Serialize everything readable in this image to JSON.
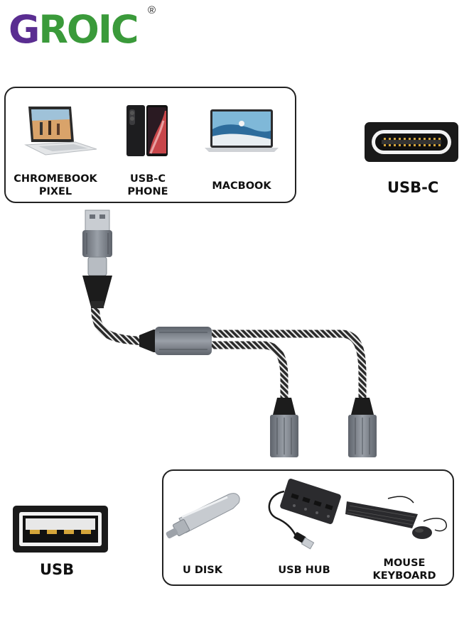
{
  "brand": {
    "logo_letter": "G",
    "logo_rest": "ROIC",
    "registered": "®"
  },
  "top_devices": [
    {
      "line1": "CHROMEBOOK",
      "line2": "PIXEL",
      "icon": "laptop-icon"
    },
    {
      "line1": "USB-C",
      "line2": "PHONE",
      "icon": "phone-icon"
    },
    {
      "line1": "MACBOOK",
      "line2": "",
      "icon": "macbook-icon"
    }
  ],
  "bottom_devices": [
    {
      "line1": "U DISK",
      "line2": "",
      "icon": "usb-flash-drive-icon"
    },
    {
      "line1": "USB HUB",
      "line2": "",
      "icon": "usb-hub-icon"
    },
    {
      "line1": "MOUSE",
      "line2": "KEYBOARD",
      "icon": "keyboard-mouse-icon"
    }
  ],
  "ports": {
    "usb_c_label": "USB-C",
    "usb_label": "USB"
  },
  "colors": {
    "logo_purple": "#5a2d91",
    "logo_green": "#3a9a3a",
    "connector_gray": "#7a808a",
    "port_black": "#1a1a1a"
  }
}
